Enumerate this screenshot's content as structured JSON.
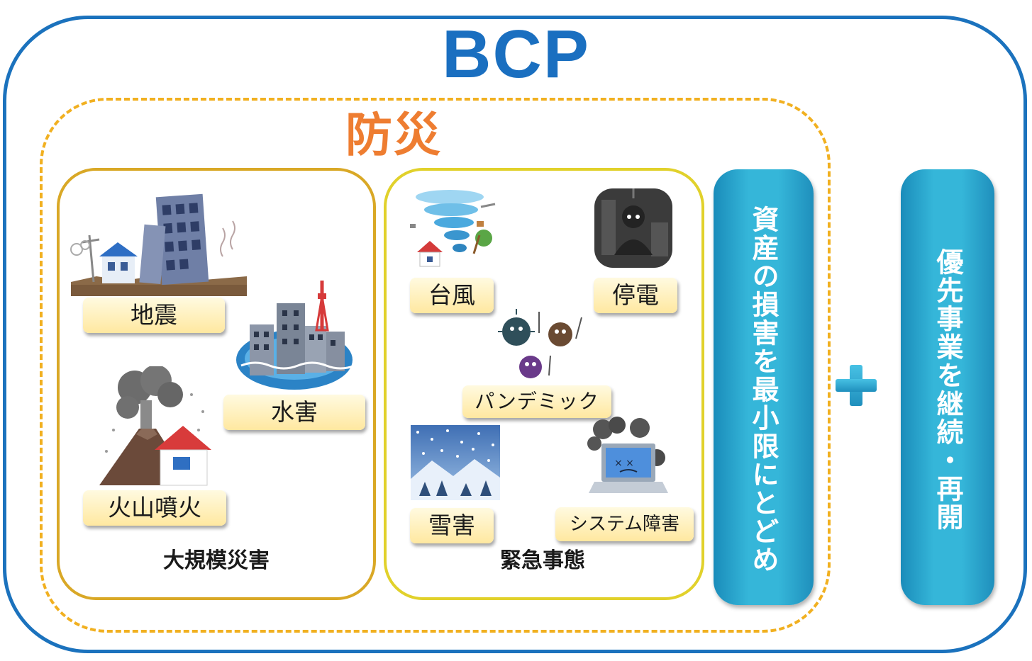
{
  "title": "BCP",
  "subtitle": "防災",
  "groups": {
    "large_disaster": {
      "title": "大規模災害",
      "items": [
        "地震",
        "水害",
        "火山噴火"
      ]
    },
    "emergency": {
      "title": "緊急事態",
      "items": [
        "台風",
        "停電",
        "パンデミック",
        "雪害",
        "システム障害"
      ]
    }
  },
  "pillars": [
    "資産の損害を最小限にとどめ",
    "優先事業を継続・再開"
  ],
  "plus_icon": "plus-icon",
  "colors": {
    "bcp": "#1a6fc0",
    "bousai": "#ee7d31",
    "bousai_border": "#f1b020",
    "large_border": "#d9a826",
    "emergency_border": "#e1d12b",
    "pillar": "#35b6d9",
    "label_bg": "#fff2c0"
  }
}
